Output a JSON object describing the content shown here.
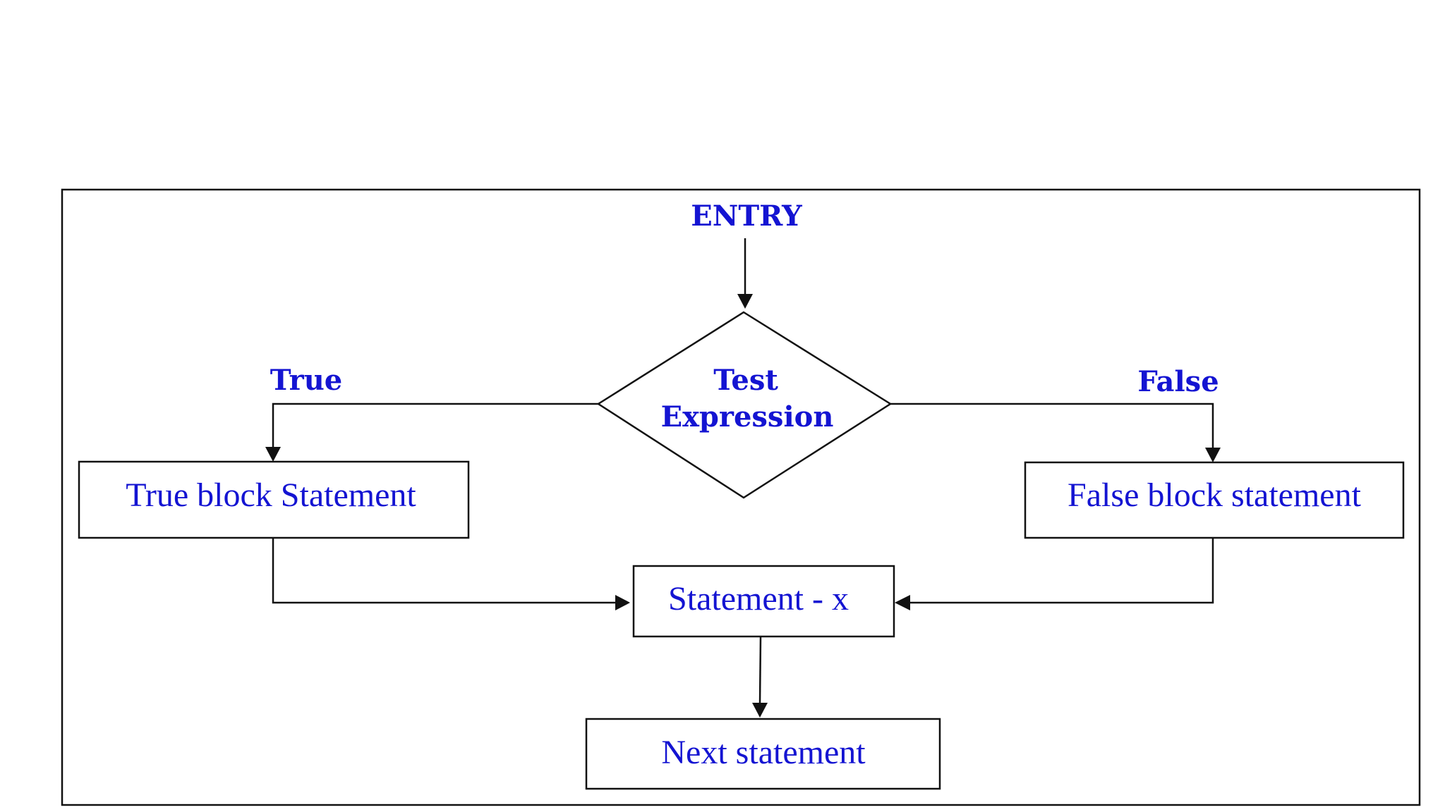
{
  "entry_label": "ENTRY",
  "decision": {
    "line1": "Test",
    "line2": "Expression"
  },
  "true_label": "True",
  "false_label": "False",
  "true_block": "True block Statement",
  "false_block": "False block statement",
  "statement_x": "Statement - x",
  "next_statement": "Next statement",
  "colors": {
    "text": "#1414d2",
    "lines": "#111111",
    "background": "#ffffff"
  }
}
